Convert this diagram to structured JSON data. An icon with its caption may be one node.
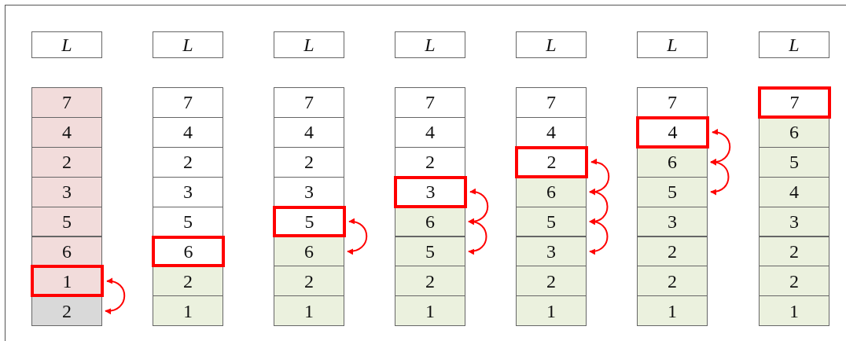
{
  "diagram": {
    "nodes": [
      {
        "text": [
          "L"
        ]
      },
      {
        "text": [
          "7"
        ]
      },
      {
        "text": [
          "4"
        ]
      },
      {
        "text": [
          "2"
        ]
      },
      {
        "text": [
          "3"
        ]
      },
      {
        "text": [
          "5"
        ]
      },
      {
        "text": [
          "6"
        ]
      },
      {
        "text": [
          "1"
        ]
      },
      {
        "text": [
          "2"
        ]
      },
      {
        "text": [
          "L"
        ]
      },
      {
        "text": [
          "7"
        ]
      },
      {
        "text": [
          "4"
        ]
      },
      {
        "text": [
          "2"
        ]
      },
      {
        "text": [
          "3"
        ]
      },
      {
        "text": [
          "5"
        ]
      },
      {
        "text": [
          "6"
        ]
      },
      {
        "text": [
          "2"
        ]
      },
      {
        "text": [
          "1"
        ]
      },
      {
        "text": [
          "L"
        ]
      },
      {
        "text": [
          "7"
        ]
      },
      {
        "text": [
          "4"
        ]
      },
      {
        "text": [
          "2"
        ]
      },
      {
        "text": [
          "3"
        ]
      },
      {
        "text": [
          "5"
        ]
      },
      {
        "text": [
          "6"
        ]
      },
      {
        "text": [
          "2"
        ]
      },
      {
        "text": [
          "1"
        ]
      },
      {
        "text": [
          "L"
        ]
      },
      {
        "text": [
          "7"
        ]
      },
      {
        "text": [
          "4"
        ]
      },
      {
        "text": [
          "2"
        ]
      },
      {
        "text": [
          "3"
        ]
      },
      {
        "text": [
          "6"
        ]
      },
      {
        "text": [
          "5"
        ]
      },
      {
        "text": [
          "2"
        ]
      },
      {
        "text": [
          "1"
        ]
      },
      {
        "text": [
          "L"
        ]
      },
      {
        "text": [
          "7"
        ]
      },
      {
        "text": [
          "4"
        ]
      },
      {
        "text": [
          "2"
        ]
      },
      {
        "text": [
          "6"
        ]
      },
      {
        "text": [
          "5"
        ]
      },
      {
        "text": [
          "3"
        ]
      },
      {
        "text": [
          "2"
        ]
      },
      {
        "text": [
          "1"
        ]
      },
      {
        "text": [
          "L"
        ]
      },
      {
        "text": [
          "7"
        ]
      },
      {
        "text": [
          "4"
        ]
      },
      {
        "text": [
          "6"
        ]
      },
      {
        "text": [
          "5"
        ]
      },
      {
        "text": [
          "3"
        ]
      },
      {
        "text": [
          "2"
        ]
      },
      {
        "text": [
          "2"
        ]
      },
      {
        "text": [
          "1"
        ]
      },
      {
        "text": [
          "L"
        ]
      },
      {
        "text": [
          "7"
        ]
      },
      {
        "text": [
          "6"
        ]
      },
      {
        "text": [
          "5"
        ]
      },
      {
        "text": [
          "4"
        ]
      },
      {
        "text": [
          "3"
        ]
      },
      {
        "text": [
          "2"
        ]
      },
      {
        "text": [
          "2"
        ]
      },
      {
        "text": [
          "1"
        ]
      }
    ],
    "edges": [
      {
        "from": 7,
        "to": 8,
        "arrow": "both"
      },
      {
        "from": 23,
        "to": 24,
        "arrow": "both"
      },
      {
        "from": 31,
        "to": 32,
        "arrow": "both"
      },
      {
        "from": 32,
        "to": 33,
        "arrow": "both"
      },
      {
        "from": 39,
        "to": 40,
        "arrow": "both"
      },
      {
        "from": 40,
        "to": 41,
        "arrow": "both"
      },
      {
        "from": 41,
        "to": 42,
        "arrow": "both"
      },
      {
        "from": 47,
        "to": 48,
        "arrow": "both"
      },
      {
        "from": 48,
        "to": 49,
        "arrow": "both"
      }
    ]
  }
}
